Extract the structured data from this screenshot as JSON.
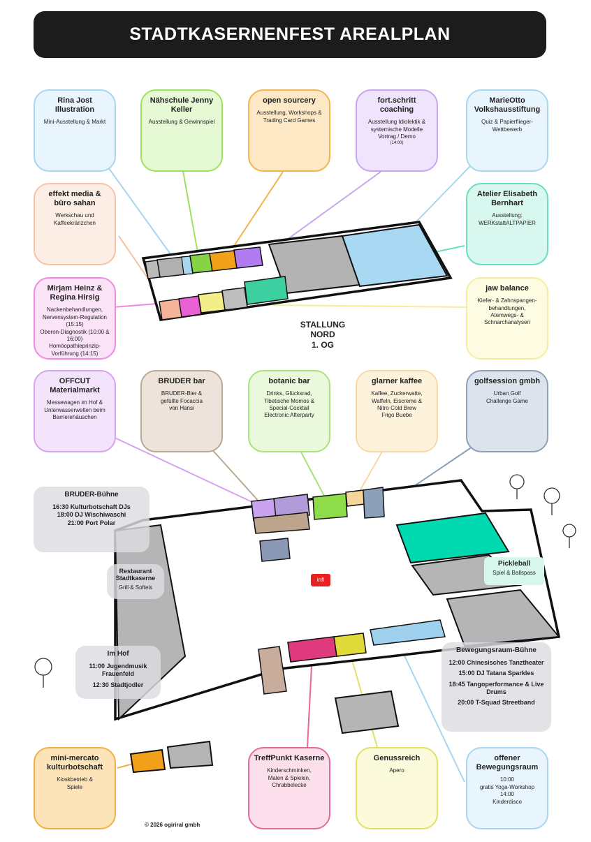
{
  "header": {
    "title": "STADTKASERNENFEST AREALPLAN"
  },
  "stallung_label": {
    "line1": "STALLUNG NORD",
    "line2": "1. OG"
  },
  "info_label": "infi",
  "copyright": "© 2026 ogiriral gmbh",
  "cards": {
    "rina": {
      "title": "Rina Jost Illustration",
      "lines": [
        "Mini-Ausstellung & Markt"
      ],
      "color": "#a8d6ef",
      "fill": "#e9f5fc"
    },
    "naehschule": {
      "title": "Nähschule Jenny Keller",
      "lines": [
        "Ausstellung & Gewinnspiel"
      ],
      "color": "#9de05c",
      "fill": "#e6f9d5"
    },
    "open": {
      "title": "open sourcery",
      "lines": [
        "Ausstellung, Workshops & Trading Card Games"
      ],
      "color": "#f2b44c",
      "fill": "#fde9c6"
    },
    "fort": {
      "title": "fort.schritt coaching",
      "lines": [
        "Ausstellung Idiolektik & systemische Modelle",
        "Vortrag / Demo"
      ],
      "small": "(14:00)",
      "color": "#c7a6ef",
      "fill": "#efe4fb"
    },
    "marie": {
      "title": "MarieOtto Volkshausstiftung",
      "lines": [
        "Quiz & Papierflieger-Wettbewerb"
      ],
      "color": "#a8d6ef",
      "fill": "#e9f5fc"
    },
    "effekt": {
      "title": "effekt media & büro sahan",
      "lines": [
        "Werkschau und Kaffeekränzchen"
      ],
      "color": "#f5c3a6",
      "fill": "#fdeee5"
    },
    "atelier": {
      "title": "Atelier Elisabeth Bernhart",
      "lines": [
        "Ausstellung:",
        "WERKstattALTPAPIER"
      ],
      "color": "#68ddc0",
      "fill": "#d8f7ef"
    },
    "mirjam": {
      "title": "Mirjam Heinz & Regina Hirsig",
      "lines": [
        "Nackenbehandlungen,",
        "Nervensystem-Regulation (15:15)",
        "Oberon-Diagnostik (10:00 & 16:00)",
        "Homöopathieprinzip-Vorführung (14:15)"
      ],
      "color": "#ef8ae0",
      "fill": "#fbe3f7"
    },
    "jaw": {
      "title": "jaw balance",
      "lines": [
        "Kiefer- & Zahnspangen-behandlungen,",
        "Atemwegs- &",
        "Schnarchanalysen"
      ],
      "color": "#f4ee9c",
      "fill": "#fdfbe2"
    },
    "offcut": {
      "title": "OFFCUT Materialmarkt",
      "lines": [
        "Messewagen im Hof &",
        "Unterwasserwelten beim",
        "Barrierehäuschen"
      ],
      "color": "#d7a3f0",
      "fill": "#f3e4fb"
    },
    "bruder": {
      "title": "BRUDER bar",
      "lines": [
        "BRUDER-Bier &",
        "gefüllte Focaccia",
        "von Hansi"
      ],
      "color": "#bba894",
      "fill": "#ede3da"
    },
    "botanic": {
      "title": "botanic bar",
      "lines": [
        "Drinks, Glücksrad,",
        "Tibetische Momos &",
        "Special-Cocktail",
        "Electronic Afterparty"
      ],
      "color": "#a8e27a",
      "fill": "#eaf9dc"
    },
    "glarner": {
      "title": "glarner kaffee",
      "lines": [
        "Kaffee, Zuckerwatte,",
        "Waffeln, Eiscreme &",
        "Nitro Cold Brew",
        "Frigo Buebe"
      ],
      "color": "#f8d9a2",
      "fill": "#fdf2dc"
    },
    "golf": {
      "title": "golfsession gmbh",
      "lines": [
        "Urban Golf",
        "Challenge Game"
      ],
      "color": "#8da0b9",
      "fill": "#dde3ec"
    },
    "mini": {
      "title": "mini-mercato kulturbotschaft",
      "lines": [
        "Kioskbetrieb &",
        "Spiele"
      ],
      "color": "#f2b044",
      "fill": "#fde3b8"
    },
    "treff": {
      "title": "TreffPunkt Kaserne",
      "lines": [
        "Kinderschminken,",
        "Malen & Spielen,",
        "Chrabbelecke"
      ],
      "color": "#e56a9c",
      "fill": "#fbe0eb"
    },
    "genuss": {
      "title": "Genussreich",
      "lines": [
        "Apero"
      ],
      "color": "#e3e064",
      "fill": "#fbfadb"
    },
    "offener": {
      "title": "offener Bewegungsraum",
      "lines": [
        "10:00",
        "gratis Yoga-Workshop",
        "14:00",
        "Kinderdisco"
      ],
      "color": "#a8d6ef",
      "fill": "#e9f5fc"
    }
  },
  "stages": {
    "bruder_buehne": {
      "title": "BRUDER-Bühne",
      "lines": [
        "16:30 Kulturbotschaft DJs",
        "18:00 DJ Wischiwaschi",
        "21:00 Port Polar"
      ]
    },
    "restaurant": {
      "title": "Restaurant Stadtkaserne",
      "sub": "Grill & Softeis"
    },
    "im_hof": {
      "title": "Im Hof",
      "lines": [
        "11:00 Jugendmusik Frauenfeld",
        "12:30 Stadtjodler"
      ]
    },
    "bewegung": {
      "title": "Bewegungsraum-Bühne",
      "lines": [
        "12:00 Chinesisches Tanztheater",
        "15:00 DJ Tatana Sparkles",
        "18:45 Tangoperformance & Live Drums",
        "20:00 T-Squad Streetband"
      ]
    },
    "pickleball": {
      "title": "Pickleball",
      "sub": "Spiel & Ballspass"
    }
  }
}
